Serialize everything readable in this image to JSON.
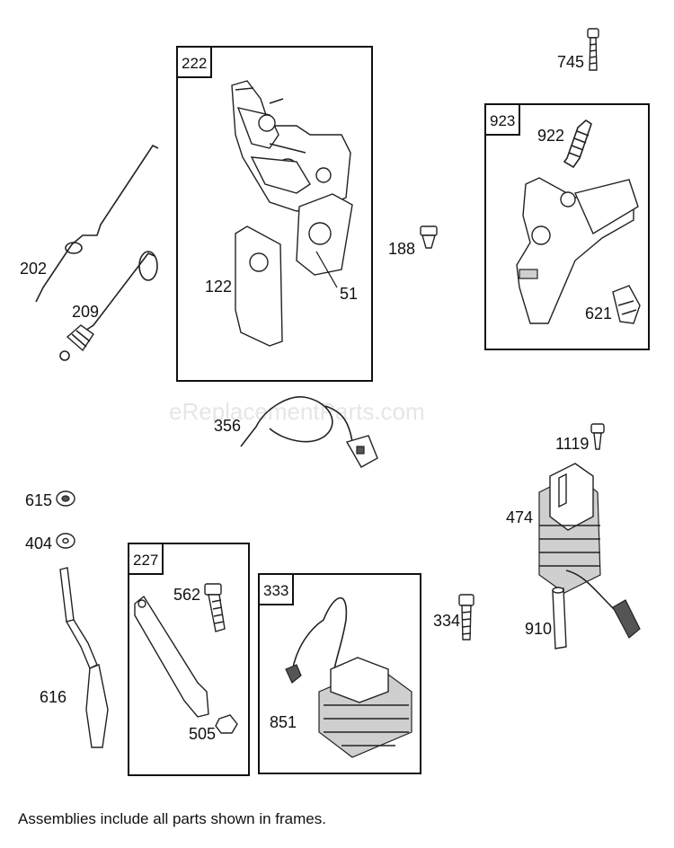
{
  "watermark": "eReplacementParts.com",
  "footnote": "Assemblies include all parts shown in frames.",
  "frames": [
    {
      "id": "222",
      "label": "222"
    },
    {
      "id": "923",
      "label": "923"
    },
    {
      "id": "227",
      "label": "227"
    },
    {
      "id": "333",
      "label": "333"
    }
  ],
  "parts": {
    "p745": "745",
    "p922": "922",
    "p188": "188",
    "p621": "621",
    "p202": "202",
    "p209": "209",
    "p122": "122",
    "p51": "51",
    "p356": "356",
    "p1119": "1119",
    "p474": "474",
    "p615": "615",
    "p404": "404",
    "p616": "616",
    "p562": "562",
    "p505": "505",
    "p851": "851",
    "p334": "334",
    "p910": "910"
  }
}
